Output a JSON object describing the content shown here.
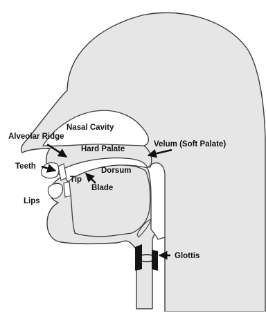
{
  "diagram": {
    "labels": {
      "nasal_cavity": "Nasal Cavity",
      "alveolar_ridge": "Alveolar Ridge",
      "hard_palate": "Hard Palate",
      "velum": "Velum (Soft Palate)",
      "teeth": "Teeth",
      "dorsum": "Dorsum",
      "tip": "Tip",
      "blade": "Blade",
      "lips": "Lips",
      "glottis": "Glottis"
    },
    "colors": {
      "fill": "#e6e6e6",
      "outline": "#3c3c3c",
      "vocal_folds": "#141414",
      "arrow": "#111111"
    }
  }
}
